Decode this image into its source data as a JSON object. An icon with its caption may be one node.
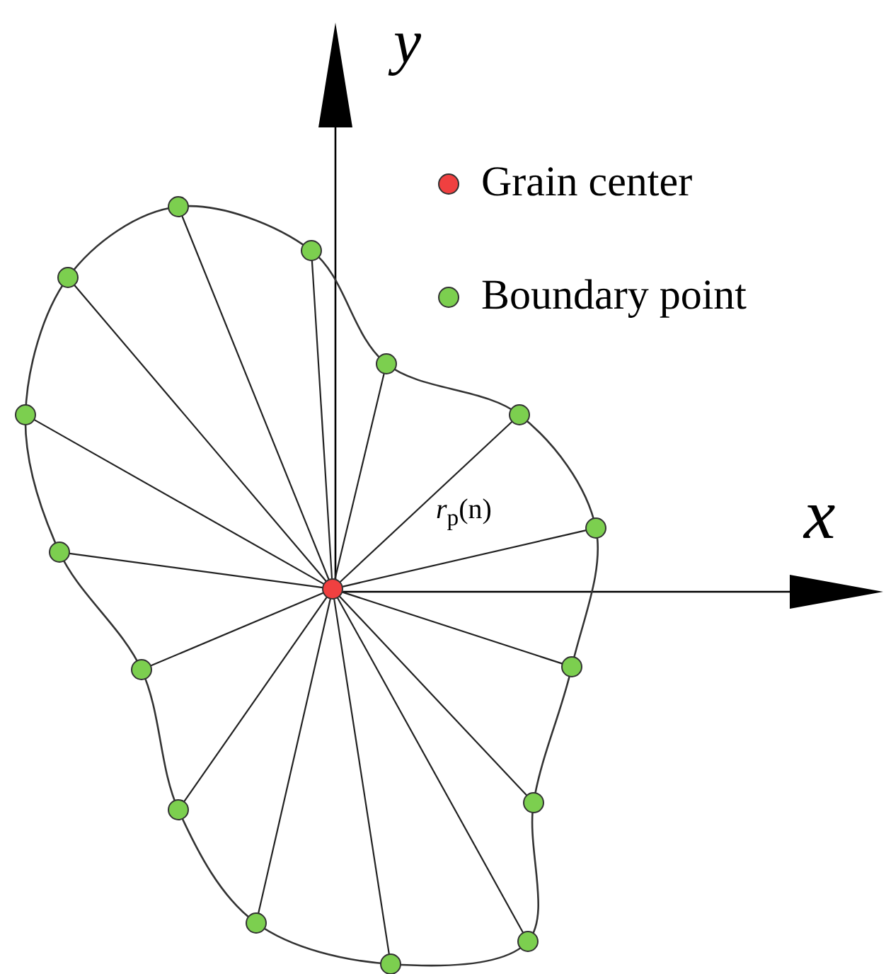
{
  "diagram": {
    "nodes": [
      {
        "text": [],
        "shape": "circle"
      },
      {
        "text": [],
        "shape": "circle"
      },
      {
        "text": [],
        "shape": "circle"
      },
      {
        "text": [],
        "shape": "circle"
      },
      {
        "text": [],
        "shape": "circle"
      },
      {
        "text": [],
        "shape": "circle"
      },
      {
        "text": [],
        "shape": "circle"
      },
      {
        "text": [],
        "shape": "circle"
      },
      {
        "text": [],
        "shape": "circle"
      },
      {
        "text": [],
        "shape": "circle"
      },
      {
        "text": [],
        "shape": "circle"
      },
      {
        "text": [],
        "shape": "circle"
      },
      {
        "text": [],
        "shape": "circle"
      },
      {
        "text": [],
        "shape": "circle"
      },
      {
        "text": [],
        "shape": "circle"
      },
      {
        "text": [],
        "shape": "circle"
      }
    ],
    "edges": [
      {
        "from": 8,
        "to": 0,
        "arrow": "none"
      },
      {
        "from": 8,
        "to": 1,
        "arrow": "none"
      },
      {
        "from": 8,
        "to": 2,
        "arrow": "none"
      },
      {
        "from": 8,
        "to": 3,
        "arrow": "none"
      },
      {
        "from": 8,
        "to": 4,
        "arrow": "none"
      },
      {
        "from": 8,
        "to": 5,
        "arrow": "none"
      },
      {
        "from": 8,
        "to": 6,
        "arrow": "none"
      },
      {
        "from": 8,
        "to": 7,
        "arrow": "none"
      },
      {
        "from": 8,
        "to": 9,
        "arrow": "none"
      },
      {
        "from": 8,
        "to": 10,
        "arrow": "none"
      },
      {
        "from": 8,
        "to": 11,
        "arrow": "none"
      },
      {
        "from": 8,
        "to": 12,
        "arrow": "none"
      },
      {
        "from": 8,
        "to": 13,
        "arrow": "none"
      },
      {
        "from": 8,
        "to": 14,
        "arrow": "none"
      },
      {
        "from": 8,
        "to": 15,
        "arrow": "none"
      }
    ],
    "labels": [
      "y",
      "x",
      "*r*$_{p}$(n)"
    ],
    "legend": [
      {
        "text": "Grain center",
        "color": "#f04040"
      },
      {
        "text": "Boundary point",
        "color": "#7ccf4f"
      }
    ]
  }
}
